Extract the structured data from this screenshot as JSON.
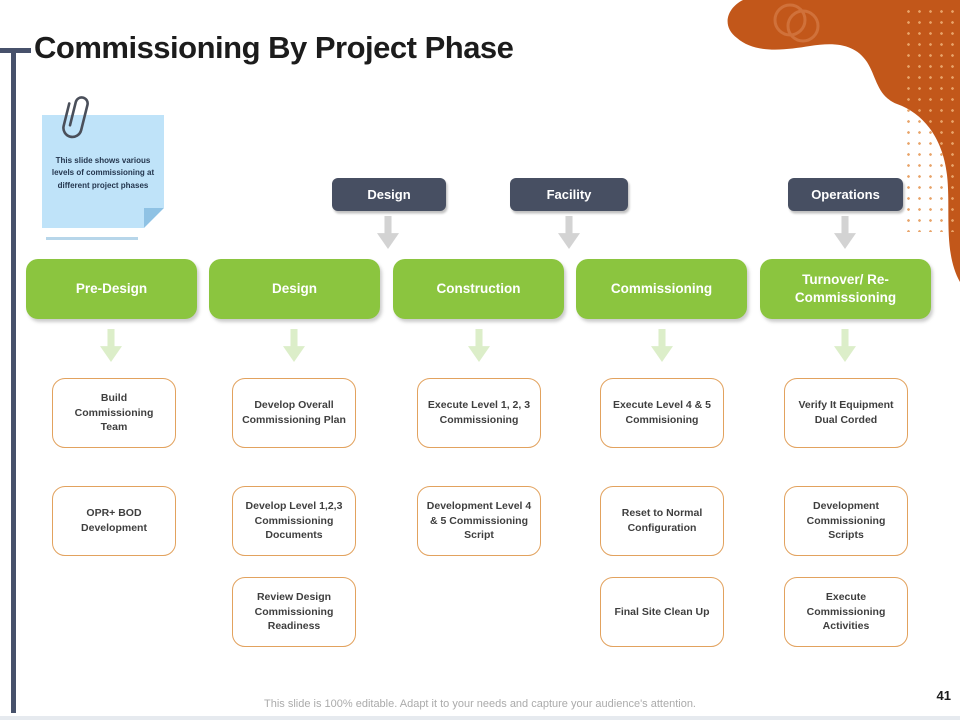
{
  "slide": {
    "title": "Commissioning By Project Phase",
    "note_text": "This slide shows various levels of commissioning at different project phases",
    "footer": "This slide is 100% editable. Adapt it to your needs and capture your audience's attention.",
    "page_number": "41"
  },
  "colors": {
    "phase_green": "#8BC53F",
    "stage_label_slate": "#474F62",
    "task_border_orange": "#E2A25E",
    "corner_blob_orange": "#C2571A",
    "note_blue": "#BFE3F9",
    "accent_line_slate": "#47516B"
  },
  "stage_labels": [
    "Design",
    "Facility",
    "Operations"
  ],
  "phases": [
    {
      "name": "Pre-Design",
      "tasks": [
        "Build Commissioning Team",
        "OPR+ BOD Development"
      ]
    },
    {
      "name": "Design",
      "tasks": [
        "Develop Overall Commissioning Plan",
        "Develop Level 1,2,3 Commissioning Documents",
        "Review Design Commissioning Readiness"
      ]
    },
    {
      "name": "Construction",
      "tasks": [
        "Execute Level 1, 2, 3 Commissioning",
        "Development Level 4 & 5 Commissioning Script"
      ]
    },
    {
      "name": "Commissioning",
      "tasks": [
        "Execute Level 4 & 5 Commisioning",
        "Reset to Normal Configuration",
        "Final Site Clean Up"
      ]
    },
    {
      "name": "Turnover/ Re-Commissioning",
      "tasks": [
        "Verify It Equipment Dual Corded",
        "Development Commissioning Scripts",
        "Execute Commissioning Activities"
      ]
    }
  ]
}
